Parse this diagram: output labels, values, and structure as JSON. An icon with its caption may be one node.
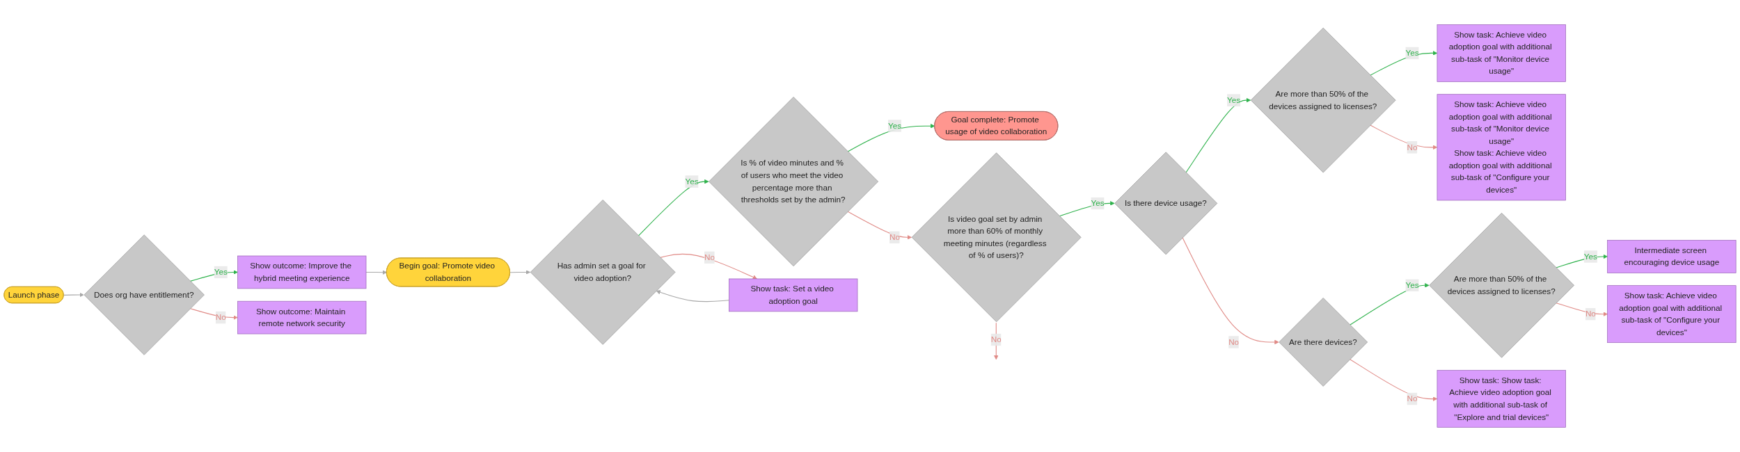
{
  "diagram": {
    "nodes": [
      {
        "text": [
          "Launch phase"
        ]
      },
      {
        "text": [
          "Does org have entitlement?"
        ]
      },
      {
        "text": [
          "Show outcome: Improve the hybrid meeting experience"
        ]
      },
      {
        "text": [
          "Show outcome: Maintain remote network security"
        ]
      },
      {
        "text": [
          "Begin goal: Promote video collaboration"
        ]
      },
      {
        "text": [
          "Has admin set a goal for video adoption?"
        ]
      },
      {
        "text": [
          "Is % of video minutes and % of users who meet the video percentage more than thresholds set by the admin?"
        ]
      },
      {
        "text": [
          "Goal complete: Promote usage of video collaboration"
        ]
      },
      {
        "text": [
          "Show task: Set a video adoption goal"
        ]
      },
      {
        "text": [
          "Is video goal set by admin more than 60% of monthly meeting minutes (regardless of % of users)?"
        ]
      },
      {
        "text": [
          "Is there device usage?"
        ]
      },
      {
        "text": [
          "Are more than 50% of the devices assigned to licenses?"
        ]
      },
      {
        "text": [
          "Show task: Achieve video adoption goal with additional sub-task of \"Monitor device usage\""
        ]
      },
      {
        "text": [
          "Show task: Achieve video adoption goal with additional sub-task of \"Monitor device usage\"",
          "Show task: Achieve video adoption goal with additional sub-task of \"Configure your devices\""
        ]
      },
      {
        "text": [
          "Are there devices?"
        ]
      },
      {
        "text": [
          "Are more than 50% of the devices assigned to licenses?"
        ]
      },
      {
        "text": [
          "Intermediate screen encouraging device usage"
        ]
      },
      {
        "text": [
          "Show task: Achieve video adoption goal with additional sub-task of \"Configure your devices\""
        ]
      },
      {
        "text": [
          "Show task: Show task: Achieve video adoption goal with additional sub-task of \"Explore and trial devices\""
        ]
      }
    ],
    "edges": [
      {
        "from": 0,
        "to": 1,
        "arrow": "to",
        "color": "#a8a8a8"
      },
      {
        "from": 1,
        "to": 2,
        "arrow": "to",
        "label": "Yes",
        "color": "#2fb24c"
      },
      {
        "from": 1,
        "to": 3,
        "arrow": "to",
        "label": "No",
        "color": "#e08a86"
      },
      {
        "from": 2,
        "to": 4,
        "arrow": "to",
        "color": "#a8a8a8"
      },
      {
        "from": 4,
        "to": 5,
        "arrow": "to",
        "color": "#a8a8a8"
      },
      {
        "from": 5,
        "to": 6,
        "arrow": "to",
        "label": "Yes",
        "color": "#2fb24c"
      },
      {
        "from": 5,
        "to": 8,
        "arrow": "to",
        "label": "No",
        "color": "#e08a86"
      },
      {
        "from": 8,
        "to": 5,
        "arrow": "to",
        "color": "#a8a8a8"
      },
      {
        "from": 6,
        "to": 7,
        "arrow": "to",
        "label": "Yes",
        "color": "#2fb24c"
      },
      {
        "from": 6,
        "to": 9,
        "arrow": "to",
        "label": "No",
        "color": "#e08a86"
      },
      {
        "from": 9,
        "to": null,
        "arrow": "to",
        "label": "No",
        "color": "#e08a86"
      },
      {
        "from": 9,
        "to": 10,
        "arrow": "to",
        "label": "Yes",
        "color": "#2fb24c"
      },
      {
        "from": 10,
        "to": 11,
        "arrow": "to",
        "label": "Yes",
        "color": "#2fb24c"
      },
      {
        "from": 10,
        "to": 14,
        "arrow": "to",
        "label": "No",
        "color": "#e08a86"
      },
      {
        "from": 11,
        "to": 12,
        "arrow": "to",
        "label": "Yes",
        "color": "#2fb24c"
      },
      {
        "from": 11,
        "to": 13,
        "arrow": "to",
        "label": "No",
        "color": "#e08a86"
      },
      {
        "from": 14,
        "to": 15,
        "arrow": "to",
        "label": "Yes",
        "color": "#2fb24c"
      },
      {
        "from": 14,
        "to": 18,
        "arrow": "to",
        "label": "No",
        "color": "#e08a86"
      },
      {
        "from": 15,
        "to": 16,
        "arrow": "to",
        "label": "Yes",
        "color": "#2fb24c"
      },
      {
        "from": 15,
        "to": 17,
        "arrow": "to",
        "label": "No",
        "color": "#e08a86"
      }
    ]
  }
}
